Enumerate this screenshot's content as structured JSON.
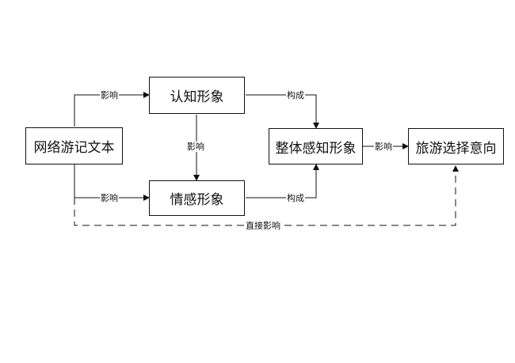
{
  "nodes": {
    "source": "网络游记文本",
    "cognitive": "认知形象",
    "affective": "情感形象",
    "overall": "整体感知形象",
    "intention": "旅游选择意向"
  },
  "edges": {
    "source_to_cognitive": "影响",
    "source_to_affective": "影响",
    "cognitive_to_affective": "影响",
    "cognitive_to_overall": "构成",
    "affective_to_overall": "构成",
    "overall_to_intention": "影响",
    "source_to_intention_direct": "直接影响"
  },
  "colors": {
    "line": "#111111"
  }
}
